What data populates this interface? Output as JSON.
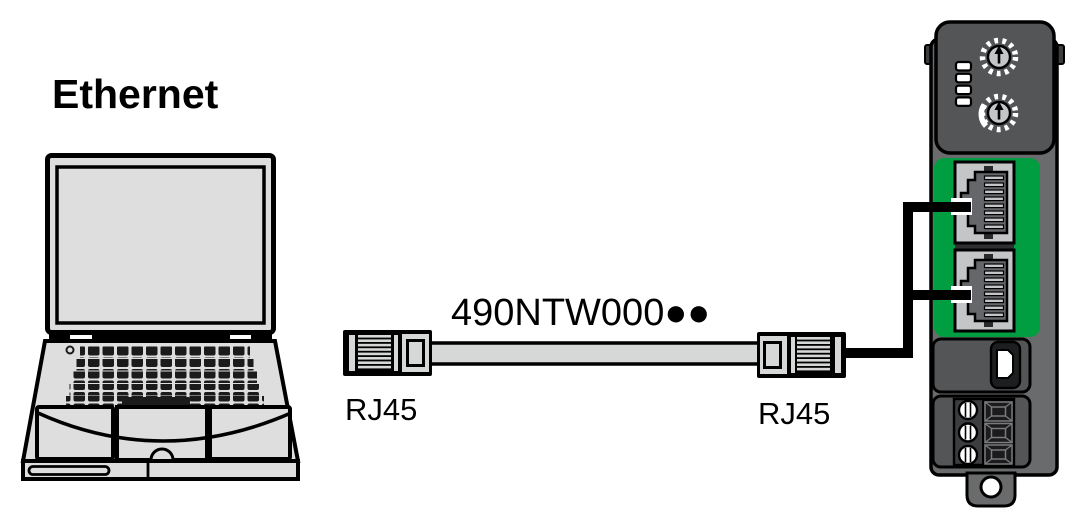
{
  "labels": {
    "title": "Ethernet",
    "cable_part_number": "490NTW000●●",
    "connector_left": "RJ45",
    "connector_right": "RJ45"
  },
  "colors": {
    "schneider_green": "#009E40",
    "module_body": "#6A6B6D",
    "module_panel": "#545557",
    "port_frame": "#C4C5C7",
    "jack_gray": "#66676A",
    "laptop_gray": "#DEDEDE",
    "cable_gray": "#D6D7D7",
    "terminal_dark": "#3C3D3F",
    "cell_black": "#1B1B1C"
  },
  "figures": {
    "laptop": "laptop-computer-icon",
    "cable": "ethernet-patch-cable-icon",
    "module": "ethernet-communication-module-icon",
    "module_parts": [
      "rotary-switch-top",
      "rotary-switch-bottom",
      "status-leds",
      "ethernet-port-1",
      "ethernet-port-2",
      "mini-usb-port",
      "screw-terminal-block",
      "mounting-tab"
    ]
  }
}
